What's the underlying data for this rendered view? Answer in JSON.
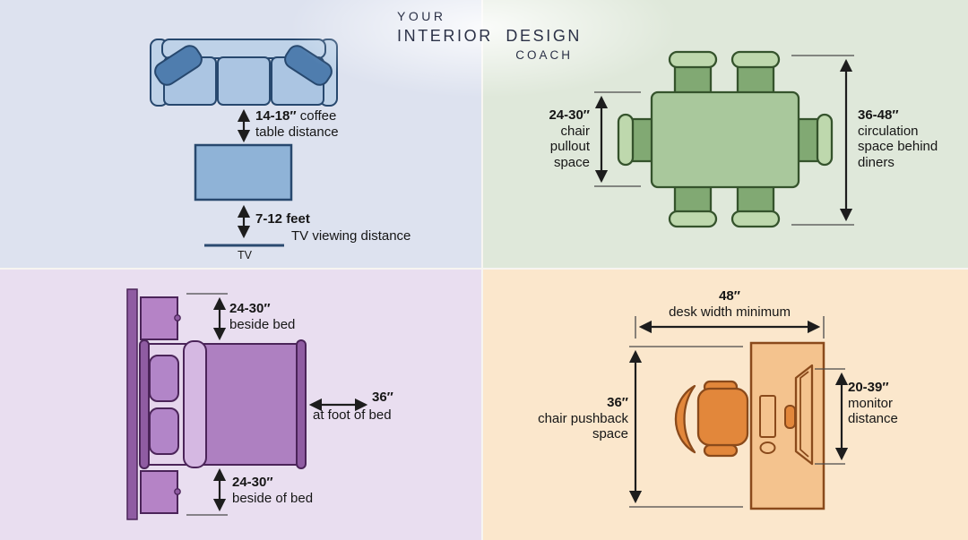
{
  "logo": {
    "your": "YOUR",
    "interior_design": "INTERIOR DESIGN",
    "coach": "COACH"
  },
  "palette": {
    "living_room_bg": "#dde2ef",
    "living_room_accent": "#aac4e0",
    "dining_room_bg": "#dfe8da",
    "dining_room_accent": "#a9c89c",
    "bedroom_bg": "#e9def0",
    "bedroom_accent": "#ae80c1",
    "home_office_bg": "#fbe7cc",
    "home_office_accent": "#e2873b",
    "text_and_arrows": "#1d1d1d"
  },
  "quadrants": {
    "living_room": {
      "annotations": [
        {
          "value": "14-18″",
          "label": "coffee table distance"
        },
        {
          "value": "7-12 feet",
          "label": "TV viewing distance"
        }
      ],
      "tv_label": "TV"
    },
    "dining_room": {
      "annotations": [
        {
          "value": "24-30″",
          "label": "chair pullout space"
        },
        {
          "value": "36-48″",
          "label": "circulation space behind diners"
        }
      ]
    },
    "bedroom": {
      "annotations": [
        {
          "value": "24-30″",
          "label": "beside bed"
        },
        {
          "value": "36″",
          "label": "at foot of bed"
        },
        {
          "value": "24-30″",
          "label": "beside of bed"
        }
      ]
    },
    "home_office": {
      "annotations": [
        {
          "value": "48″",
          "label": "desk width minimum"
        },
        {
          "value": "36″",
          "label": "chair pushback space"
        },
        {
          "value": "20-39″",
          "label": "monitor distance"
        }
      ]
    }
  }
}
